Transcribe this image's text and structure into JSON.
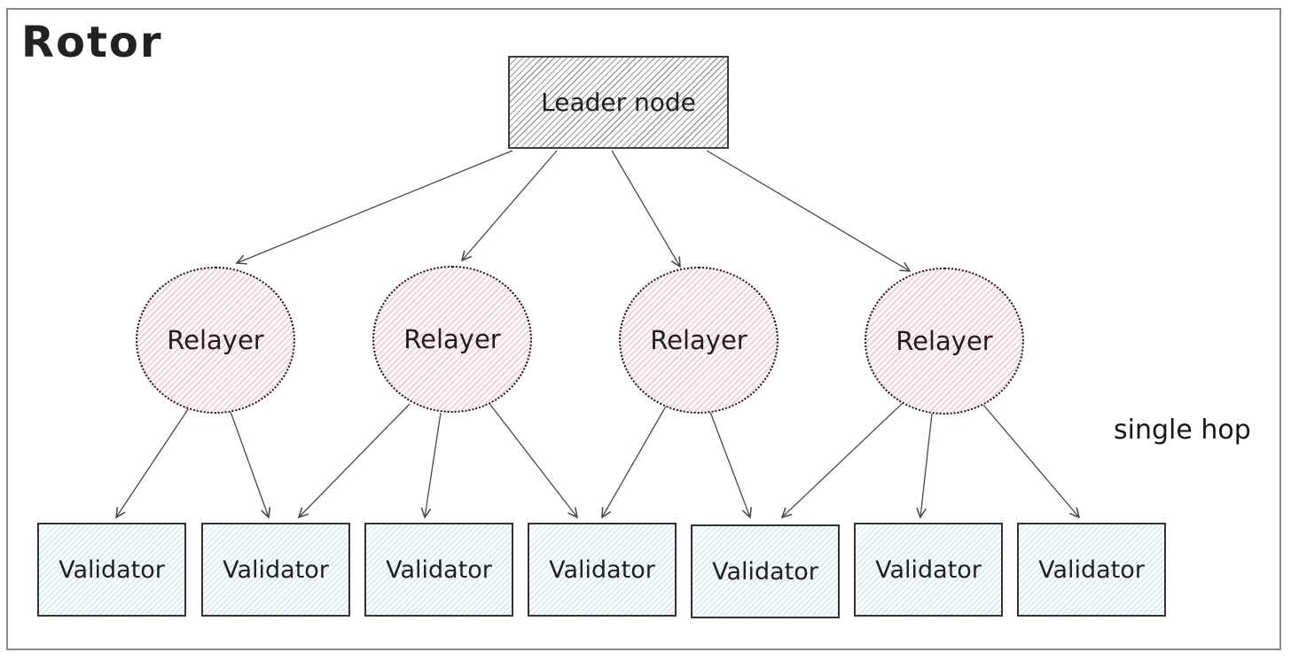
{
  "title": "Rotor",
  "annotation": {
    "single_hop_label": "single hop"
  },
  "diagram": {
    "leader": {
      "id": "leader",
      "label": "Leader node"
    },
    "relayers": [
      {
        "id": "relayer-1",
        "label": "Relayer"
      },
      {
        "id": "relayer-2",
        "label": "Relayer"
      },
      {
        "id": "relayer-3",
        "label": "Relayer"
      },
      {
        "id": "relayer-4",
        "label": "Relayer"
      }
    ],
    "validators": [
      {
        "id": "validator-1",
        "label": "Validator"
      },
      {
        "id": "validator-2",
        "label": "Validator"
      },
      {
        "id": "validator-3",
        "label": "Validator"
      },
      {
        "id": "validator-4",
        "label": "Validator"
      },
      {
        "id": "validator-5",
        "label": "Validator"
      },
      {
        "id": "validator-6",
        "label": "Validator"
      },
      {
        "id": "validator-7",
        "label": "Validator"
      }
    ],
    "edges": [
      {
        "from": "leader",
        "to": "relayer-1"
      },
      {
        "from": "leader",
        "to": "relayer-2"
      },
      {
        "from": "leader",
        "to": "relayer-3"
      },
      {
        "from": "leader",
        "to": "relayer-4"
      },
      {
        "from": "relayer-1",
        "to": "validator-1"
      },
      {
        "from": "relayer-1",
        "to": "validator-2"
      },
      {
        "from": "relayer-2",
        "to": "validator-2"
      },
      {
        "from": "relayer-2",
        "to": "validator-3"
      },
      {
        "from": "relayer-2",
        "to": "validator-4"
      },
      {
        "from": "relayer-3",
        "to": "validator-4"
      },
      {
        "from": "relayer-3",
        "to": "validator-5"
      },
      {
        "from": "relayer-4",
        "to": "validator-5"
      },
      {
        "from": "relayer-4",
        "to": "validator-6"
      },
      {
        "from": "relayer-4",
        "to": "validator-7"
      }
    ]
  },
  "colors": {
    "text": "#1f1f1f",
    "frame_border": "#8a8a8a",
    "arrow": "#494949",
    "leader_hatch": "#9b9b9b",
    "relayer_hatch": "#f0c9d4",
    "validator_hatch": "#cfe8f0"
  }
}
